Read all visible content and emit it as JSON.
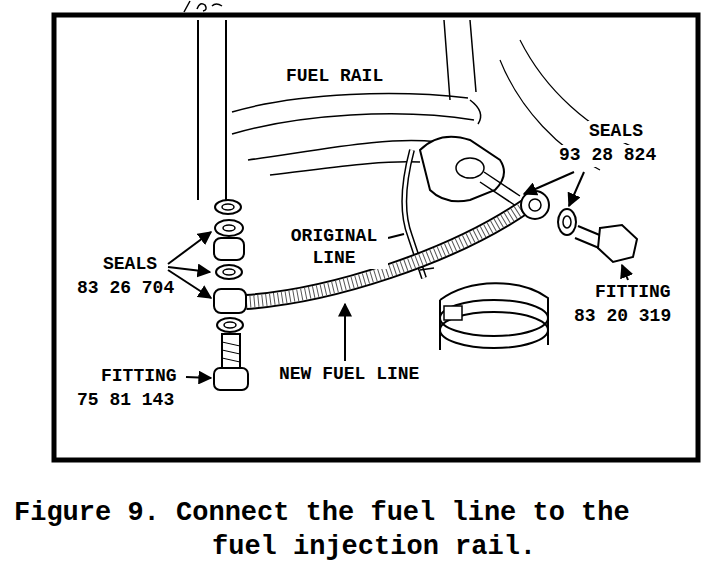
{
  "diagram": {
    "caption": "Figure 9. Connect the fuel line to the fuel injection rail.",
    "labels": [
      "FUEL RAIL",
      "SEALS",
      "93 28 824",
      "ORIGINAL LINE",
      "SEALS",
      "83 26 704",
      "FITTING",
      "83 20 319",
      "FITTING",
      "75 81 143",
      "NEW FUEL LINE"
    ]
  }
}
